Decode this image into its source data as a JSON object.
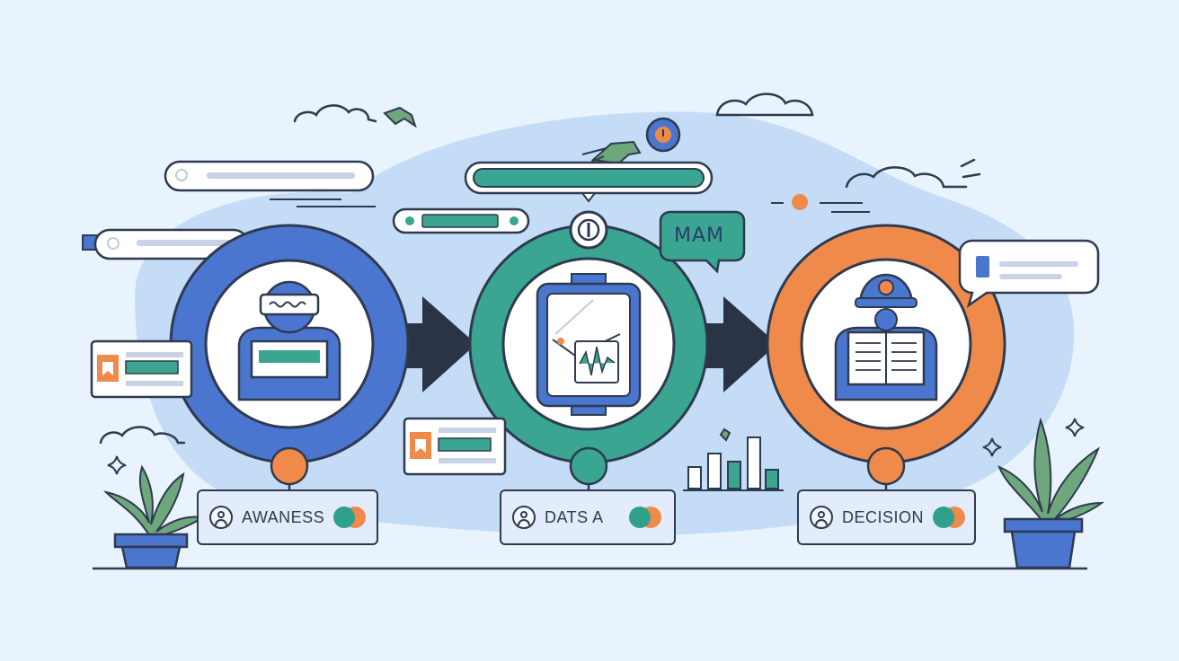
{
  "colors": {
    "background": "#e8f3fd",
    "blob": "#c5dcf6",
    "stroke": "#2e3a4f",
    "blue": "#4a76cf",
    "teal": "#3aa590",
    "orange": "#f08a4b",
    "arrow": "#2b3446",
    "plant": "#6fa77c",
    "pot": "#4a76cf"
  },
  "speech_bubble": {
    "text": "MAM"
  },
  "stages": [
    {
      "label": "AWANESS",
      "icon": "person-icon",
      "color": "#4a76cf"
    },
    {
      "label": "DATS A",
      "icon": "face-icon",
      "color": "#3aa590"
    },
    {
      "label": "DECISION",
      "icon": "person-icon",
      "color": "#f08a4b"
    }
  ]
}
